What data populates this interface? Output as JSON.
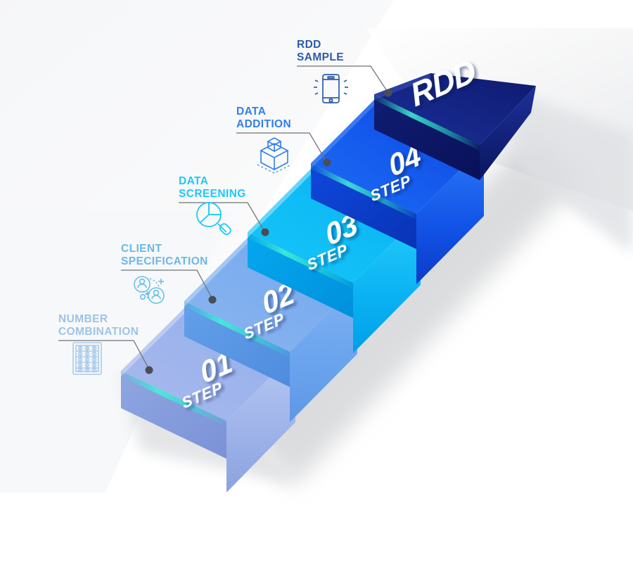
{
  "meta": {
    "title": "RDD Sampling Process Staircase",
    "background_color": "#ffffff"
  },
  "palette": {
    "step01_light": "#b9c6ef",
    "step01_dark": "#7b9ce0",
    "step02_light": "#8fb6ef",
    "step02_dark": "#5b9ae8",
    "step03_light": "#23c8f7",
    "step03_dark": "#00a9ef",
    "step04_light": "#1464f0",
    "step04_dark": "#0b3fd0",
    "step05_light": "#15277f",
    "step05_dark": "#0a1a63",
    "teal_edge": "#2ee8d0",
    "shadow": "#8e9196",
    "leader_line": "#6f7175",
    "leader_dot": "#4a4d52"
  },
  "steps": [
    {
      "id": "step-01",
      "number": "01",
      "word": "STEP",
      "label_line1": "NUMBER",
      "label_line2": "COMBINATION",
      "label_color": "#9fc3e8",
      "icon_name": "abacus-icon",
      "icon_color": "#a9caea",
      "tread_color_light": "#b9c6ef",
      "tread_color_dark": "#7b9ce0"
    },
    {
      "id": "step-02",
      "number": "02",
      "word": "STEP",
      "label_line1": "CLIENT",
      "label_line2": "SPECIFICATION",
      "label_color": "#6cb8e8",
      "icon_name": "user-network-icon",
      "icon_color": "#68c0ec",
      "tread_color_light": "#8fb6ef",
      "tread_color_dark": "#5b9ae8"
    },
    {
      "id": "step-03",
      "number": "03",
      "word": "STEP",
      "label_line1": "DATA",
      "label_line2": "SCREENING",
      "label_color": "#1ec8f5",
      "icon_name": "pie-chart-magnifier-icon",
      "icon_color": "#18c8f7",
      "tread_color_light": "#23c8f7",
      "tread_color_dark": "#00a9ef"
    },
    {
      "id": "step-04",
      "number": "04",
      "word": "STEP",
      "label_line1": "DATA",
      "label_line2": "ADDITION",
      "label_color": "#2f7ef0",
      "icon_name": "cube-stack-icon",
      "icon_color": "#2f7ef0",
      "tread_color_light": "#1464f0",
      "tread_color_dark": "#0b3fd0"
    },
    {
      "id": "step-05",
      "number": "RDD",
      "word": "",
      "label_line1": "RDD",
      "label_line2": "SAMPLE",
      "label_color": "#2d5bab",
      "icon_name": "ringing-phone-icon",
      "icon_color": "#2d5bab",
      "tread_color_light": "#15277f",
      "tread_color_dark": "#0a1a63"
    }
  ]
}
